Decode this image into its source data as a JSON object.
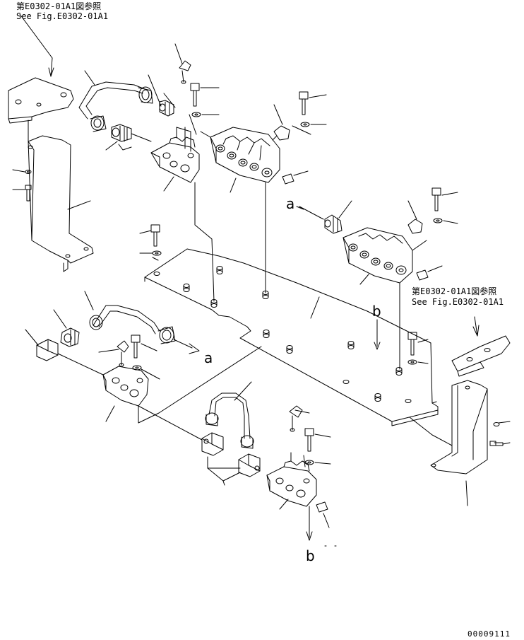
{
  "references": {
    "top_left": {
      "jp": "第E0302-01A1図参照",
      "en": "See Fig.E0302-01A1"
    },
    "right": {
      "jp": "第E0302-01A1図参照",
      "en": "See Fig.E0302-01A1"
    }
  },
  "connections": {
    "a_upper": "a",
    "a_lower": "a",
    "b_upper": "b",
    "b_lower": "b"
  },
  "figure_number": "00009111"
}
